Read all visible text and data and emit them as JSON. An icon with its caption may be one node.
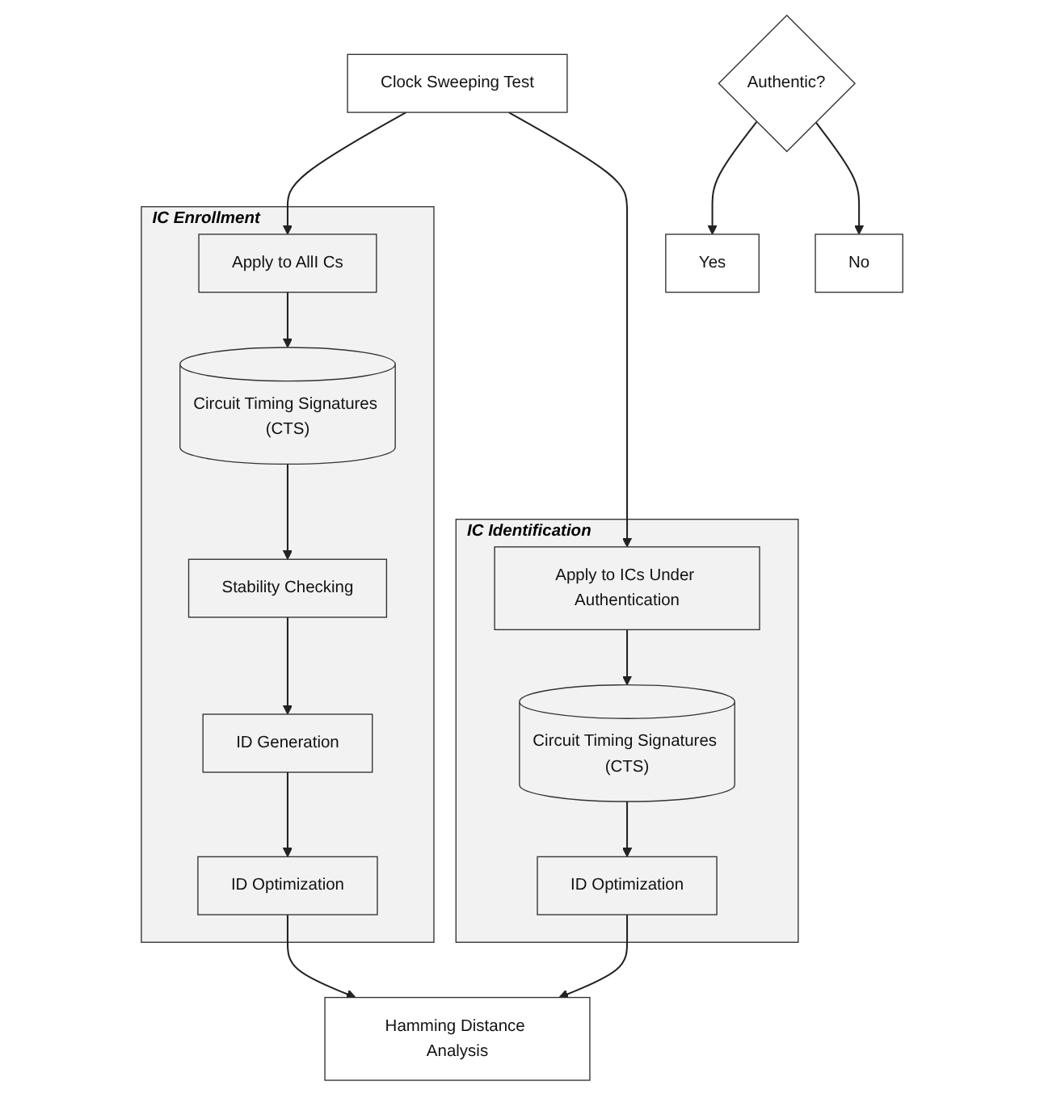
{
  "diagram": {
    "nodes": [
      {
        "text": [
          "Clock Sweeping Test"
        ]
      },
      {
        "text": [
          "IC Enrollment"
        ]
      },
      {
        "text": [
          "Apply to AllI Cs"
        ],
        "in": 1
      },
      {
        "text": [
          "Circuit Timing Signatures (CTS)"
        ],
        "in": 1
      },
      {
        "text": [
          "Stability Checking"
        ],
        "in": 1
      },
      {
        "text": [
          "ID Generation"
        ],
        "in": 1
      },
      {
        "text": [
          "ID Optimization"
        ],
        "in": 1
      },
      {
        "text": [
          "IC Identification"
        ]
      },
      {
        "text": [
          "Apply to ICs Under Authentication"
        ],
        "in": 7
      },
      {
        "text": [
          "Circuit Timing Signatures (CTS)"
        ],
        "in": 7
      },
      {
        "text": [
          "ID Optimization"
        ],
        "in": 7
      },
      {
        "text": [
          "Hamming Distance Analysis"
        ]
      },
      {
        "text": [
          "Authentic?"
        ]
      },
      {
        "text": [
          "Yes"
        ]
      },
      {
        "text": [
          "No"
        ]
      }
    ],
    "edges": [
      {
        "from": 0,
        "to": 2,
        "arrow": "to"
      },
      {
        "from": 0,
        "to": 8,
        "arrow": "to"
      },
      {
        "from": 2,
        "to": 3,
        "arrow": "to"
      },
      {
        "from": 3,
        "to": 4,
        "arrow": "to"
      },
      {
        "from": 4,
        "to": 5,
        "arrow": "to"
      },
      {
        "from": 5,
        "to": 6,
        "arrow": "to"
      },
      {
        "from": 8,
        "to": 9,
        "arrow": "to"
      },
      {
        "from": 9,
        "to": 10,
        "arrow": "to"
      },
      {
        "from": 6,
        "to": 11,
        "arrow": "to"
      },
      {
        "from": 10,
        "to": 11,
        "arrow": "to"
      },
      {
        "from": 12,
        "to": 13,
        "arrow": "to"
      },
      {
        "from": 12,
        "to": 14,
        "arrow": "to"
      }
    ]
  }
}
